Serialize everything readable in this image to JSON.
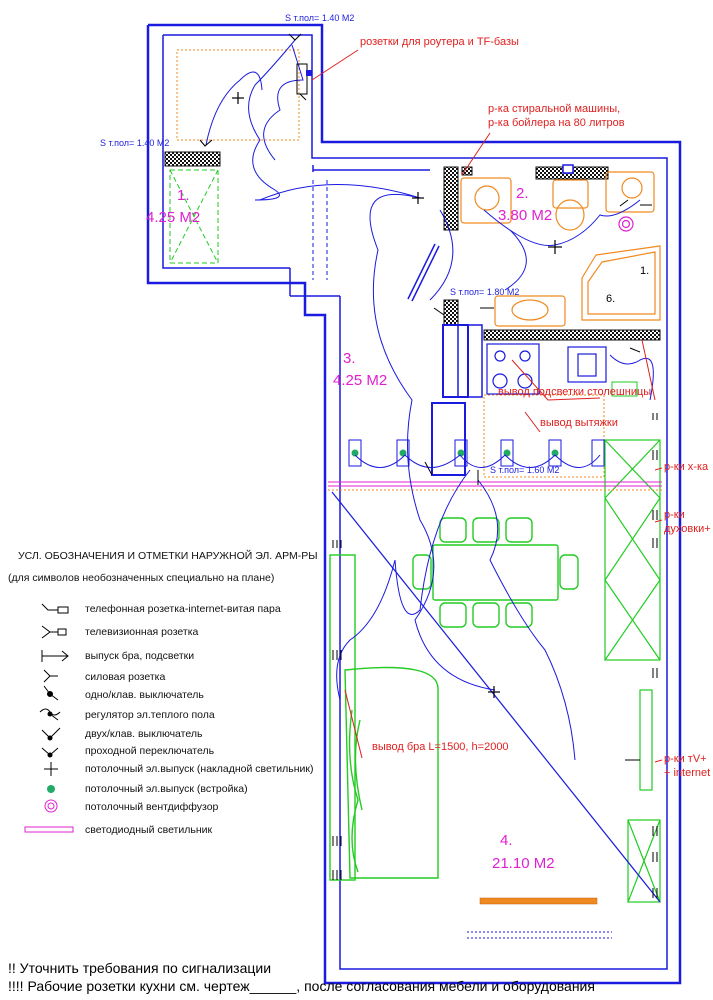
{
  "rooms": [
    {
      "number": "1.",
      "area": "4.25 М2"
    },
    {
      "number": "2.",
      "area": "3.80 М2"
    },
    {
      "number": "3.",
      "area": "4.25 М2"
    },
    {
      "number": "4.",
      "area": "21.10 М2"
    }
  ],
  "floor_heating_labels": [
    "S т.пол= 1.40 М2",
    "S т.пол= 1.40 М2",
    "S т.пол= 1.80 М2",
    "S т.пол= 1.60 М2"
  ],
  "annotations": {
    "router": "розетки для роутера и TF-базы",
    "washer_line1": "р-ка стиральной машины,",
    "washer_line2": "р-ка бойлера на 80 литров",
    "countertop_light": "вывод подсветки столешницы",
    "hood": "вывод вытяжки",
    "fridge": "р-ки х-ка",
    "oven_line1": "р-ки",
    "oven_line2": "духовки+",
    "tv_line1": "р-ки тV+",
    "tv_line2": "+ internet",
    "sconce": "вывод  бра L=1500, h=2000",
    "cabinet_1": "1.",
    "cabinet_6": "6."
  },
  "legend": {
    "title": "УСЛ. ОБОЗНАЧЕНИЯ И ОТМЕТКИ НАРУЖНОЙ ЭЛ. АРМ-РЫ",
    "subtitle": "(для символов необозначенных специально на плане)",
    "items": [
      {
        "icon": "phone-internet-socket-icon",
        "label": "телефонная розетка-internet-витая пара"
      },
      {
        "icon": "tv-socket-icon",
        "label": "телевизионная розетка"
      },
      {
        "icon": "sconce-outlet-icon",
        "label": "выпуск бра, подсветки"
      },
      {
        "icon": "power-socket-icon",
        "label": "силовая розетка"
      },
      {
        "icon": "single-switch-icon",
        "label": "одно/клав. выключатель"
      },
      {
        "icon": "floor-heating-regulator-icon",
        "label": "регулятор эл.теплого пола"
      },
      {
        "icon": "double-switch-icon",
        "label": "двух/клав. выключатель"
      },
      {
        "icon": "pass-through-switch-icon",
        "label": "проходной переключатель"
      },
      {
        "icon": "ceiling-surface-light-icon",
        "label": "потолочный эл.выпуск (накладной светильник)"
      },
      {
        "icon": "ceiling-recessed-light-icon",
        "label": "потолочный эл.выпуск (встройка)"
      },
      {
        "icon": "ceiling-vent-diffuser-icon",
        "label": "потолочный вентдиффузор"
      },
      {
        "icon": "led-light-icon",
        "label": "светодиодный светильник"
      }
    ]
  },
  "notes": [
    "!! Уточнить требования по сигнализации",
    "!!!! Рабочие розетки кухни см. чертеж______, после согласования мебели и оборудования"
  ],
  "colors": {
    "walls": "#1a1ae0",
    "furniture": "#22cc22",
    "plumbing": "#f08a20",
    "labels": "#e020d0",
    "annotations": "#e02020"
  }
}
